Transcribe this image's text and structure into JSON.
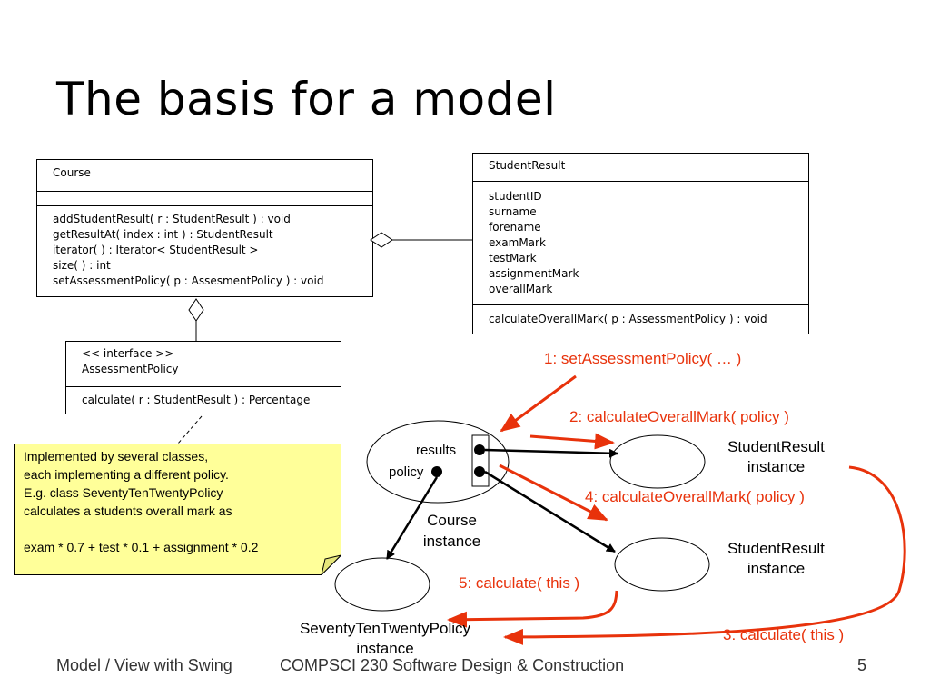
{
  "slide": {
    "title": "The basis for a model",
    "footer_left": "Model / View with Swing",
    "footer_center": "COMPSCI 230 Software Design & Construction",
    "page_number": "5"
  },
  "course_class": {
    "name": "Course",
    "methods": [
      "addStudentResult( r : StudentResult ) : void",
      "getResultAt( index : int ) : StudentResult",
      "iterator( ) : Iterator< StudentResult >",
      "size( ) : int",
      "setAssessmentPolicy(  p : AssesmentPolicy ) : void"
    ]
  },
  "student_result_class": {
    "name": "StudentResult",
    "attributes": [
      "studentID",
      "surname",
      "forename",
      "examMark",
      "testMark",
      "assignmentMark",
      "overallMark"
    ],
    "methods": [
      "calculateOverallMark( p : AssessmentPolicy ) : void"
    ]
  },
  "policy_interface": {
    "stereotype": "<< interface >>",
    "name": "AssessmentPolicy",
    "methods": [
      "calculate( r : StudentResult ) : Percentage"
    ]
  },
  "note": {
    "lines": [
      "Implemented by several classes,",
      "each implementing a different policy.",
      "E.g. class SeventyTenTwentyPolicy",
      "calculates a students overall mark as",
      "",
      "exam * 0.7 + test * 0.1 + assignment * 0.2"
    ]
  },
  "instances": {
    "course_results_label": "results",
    "course_policy_label": "policy",
    "course_name": [
      "Course",
      "instance"
    ],
    "student_result_1": [
      "StudentResult",
      "instance"
    ],
    "student_result_2": [
      "StudentResult",
      "instance"
    ],
    "policy_instance": [
      "SeventyTenTwentyPolicy",
      "instance"
    ]
  },
  "messages": {
    "m1": "1: setAssessmentPolicy( … )",
    "m2": "2: calculateOverallMark( policy )",
    "m3": "3: calculate( this )",
    "m4": "4: calculateOverallMark( policy )",
    "m5": "5: calculate( this )"
  },
  "colors": {
    "message_arrow": "#e8320b",
    "note_fill": "#ffff99"
  }
}
